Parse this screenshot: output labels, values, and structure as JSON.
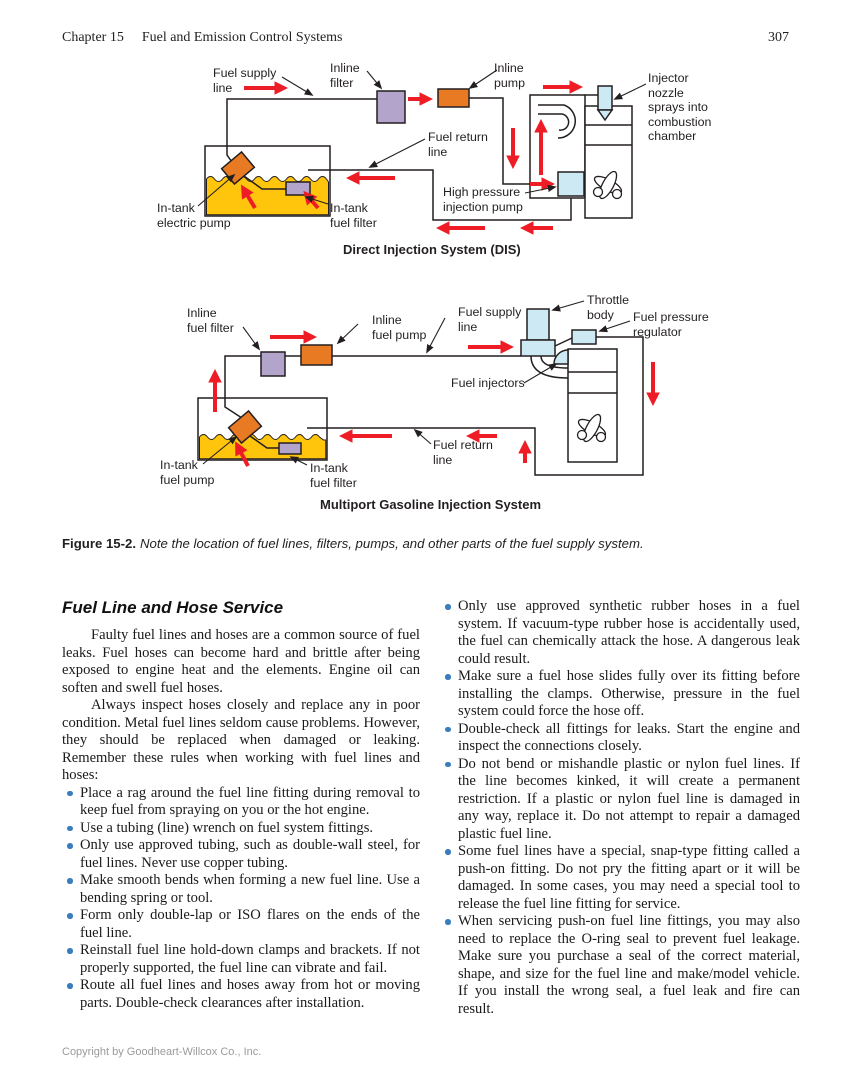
{
  "colors": {
    "fuel_yellow": "#FFC40C",
    "pump_orange": "#E87A24",
    "filter_purple": "#B3A4CB",
    "component_blue": "#CDEAF4",
    "arrow_red": "#EE1C25",
    "line_black": "#231F20",
    "bullet_blue": "#3A7DBE",
    "footer_gray": "#9A9A9A"
  },
  "header": {
    "chapter": "Chapter 15",
    "title": "Fuel and Emission Control Systems",
    "page_number": "307"
  },
  "figure": {
    "label": "Figure 15-2.",
    "caption": "Note the location of fuel lines, filters, pumps, and other parts of the fuel supply system.",
    "dis": {
      "caption": "Direct Injection System (DIS)",
      "labels": {
        "fuel_supply_line": "Fuel supply\nline",
        "inline_filter": "Inline\nfilter",
        "inline_pump": "Inline\npump",
        "injector_nozzle": "Injector\nnozzle\nsprays into\ncombustion\nchamber",
        "fuel_return_line": "Fuel return\nline",
        "high_pressure_pump": "High pressure\ninjection pump",
        "in_tank_pump": "In-tank\nelectric pump",
        "in_tank_filter": "In-tank\nfuel filter"
      }
    },
    "multiport": {
      "caption": "Multiport Gasoline Injection System",
      "labels": {
        "inline_fuel_filter": "Inline\nfuel filter",
        "inline_fuel_pump": "Inline\nfuel pump",
        "fuel_supply_line": "Fuel supply\nline",
        "throttle_body": "Throttle\nbody",
        "fuel_pressure_regulator": "Fuel pressure\nregulator",
        "fuel_injectors": "Fuel injectors",
        "fuel_return_line": "Fuel return\nline",
        "in_tank_fuel_pump": "In-tank\nfuel pump",
        "in_tank_fuel_filter": "In-tank\nfuel filter"
      }
    }
  },
  "article": {
    "heading": "Fuel Line and Hose Service",
    "paragraphs": [
      "Faulty fuel lines and hoses are a common source of fuel leaks. Fuel hoses can become hard and brittle after being exposed to engine heat and the elements. Engine oil can soften and swell fuel hoses.",
      "Always inspect hoses closely and replace any in poor condition. Metal fuel lines seldom cause problems. However, they should be replaced when damaged or leaking. Remember these rules when working with fuel lines and hoses:"
    ],
    "rules_left": [
      "Place a rag around the fuel line fitting during removal to keep fuel from spraying on you or the hot engine.",
      "Use a tubing (line) wrench on fuel system fittings.",
      "Only use approved tubing, such as double-wall steel, for fuel lines. Never use copper tubing.",
      "Make smooth bends when forming a new fuel line. Use a bending spring or tool.",
      "Form only double-lap or ISO flares on the ends of the fuel line.",
      "Reinstall fuel line hold-down clamps and brackets. If not properly supported, the fuel line can vibrate and fail.",
      "Route all fuel lines and hoses away from hot or moving parts. Double-check clearances after installation."
    ],
    "rules_right": [
      "Only use approved synthetic rubber hoses in a fuel system. If vacuum-type rubber hose is accidentally used, the fuel can chemically attack the hose. A dangerous leak could result.",
      "Make sure a fuel hose slides fully over its fitting before installing the clamps. Otherwise, pressure in the fuel system could force the hose off.",
      "Double-check all fittings for leaks. Start the engine and inspect the connections closely.",
      "Do not bend or mishandle plastic or nylon fuel lines. If the line becomes kinked, it will create a permanent restriction. If a plastic or nylon fuel line is damaged in any way, replace it. Do not attempt to repair a damaged plastic fuel line.",
      "Some fuel lines have a special, snap-type fitting called a push-on fitting. Do not pry the fitting apart or it will be damaged. In some cases, you may need a special tool to release the fuel line fitting for service.",
      "When servicing push-on fuel line fittings, you may also need to replace the O-ring seal to prevent fuel leakage. Make sure you purchase a seal of the correct material, shape, and size for the fuel line and make/model vehicle. If you install the wrong seal, a fuel leak and fire can result."
    ]
  },
  "footer": {
    "copyright": "Copyright by Goodheart-Willcox Co., Inc."
  }
}
